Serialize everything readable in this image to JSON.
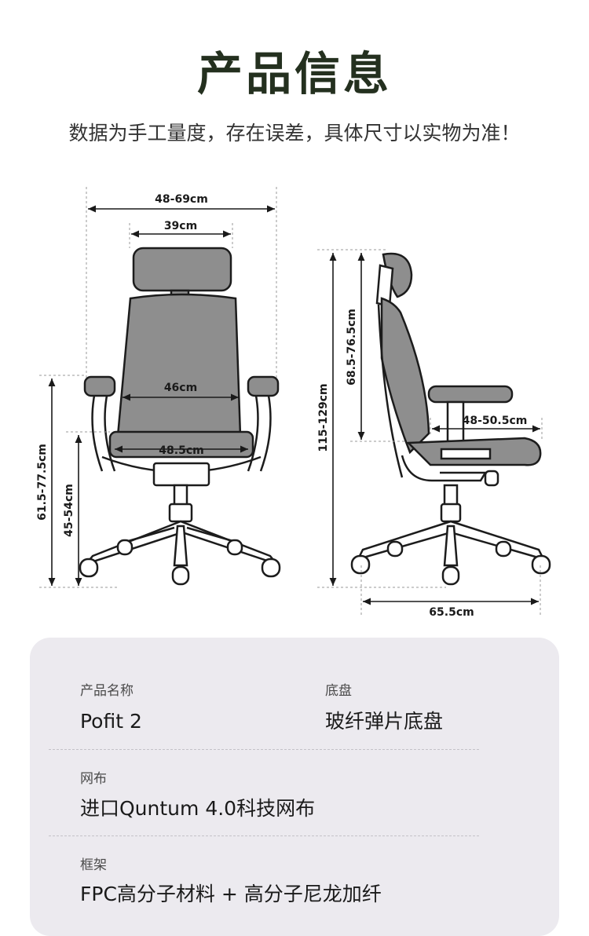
{
  "header": {
    "title": "产品信息",
    "subtitle": "数据为手工量度，存在误差，具体尺寸以实物为准！"
  },
  "dimensions": {
    "front": {
      "overall_width": "48-69cm",
      "headrest_width": "39cm",
      "back_width": "46cm",
      "seat_width": "48.5cm",
      "armrest_height": "61.5-77.5cm",
      "seat_height": "45-54cm"
    },
    "side": {
      "total_height": "115-129cm",
      "back_height": "68.5-76.5cm",
      "seat_depth": "48-50.5cm",
      "base_depth": "65.5cm"
    }
  },
  "specs": {
    "name_label": "产品名称",
    "name_value": "Pofit 2",
    "base_label": "底盘",
    "base_value": "玻纤弹片底盘",
    "mesh_label": "网布",
    "mesh_value": "进口Quntum 4.0科技网布",
    "frame_label": "框架",
    "frame_value": "FPC高分子材料 + 高分子尼龙加纤"
  },
  "colors": {
    "title": "#24301f",
    "card_bg": "#eceaef",
    "chair_fill": "#8e8e8e",
    "chair_stroke": "#1c1c1c"
  }
}
